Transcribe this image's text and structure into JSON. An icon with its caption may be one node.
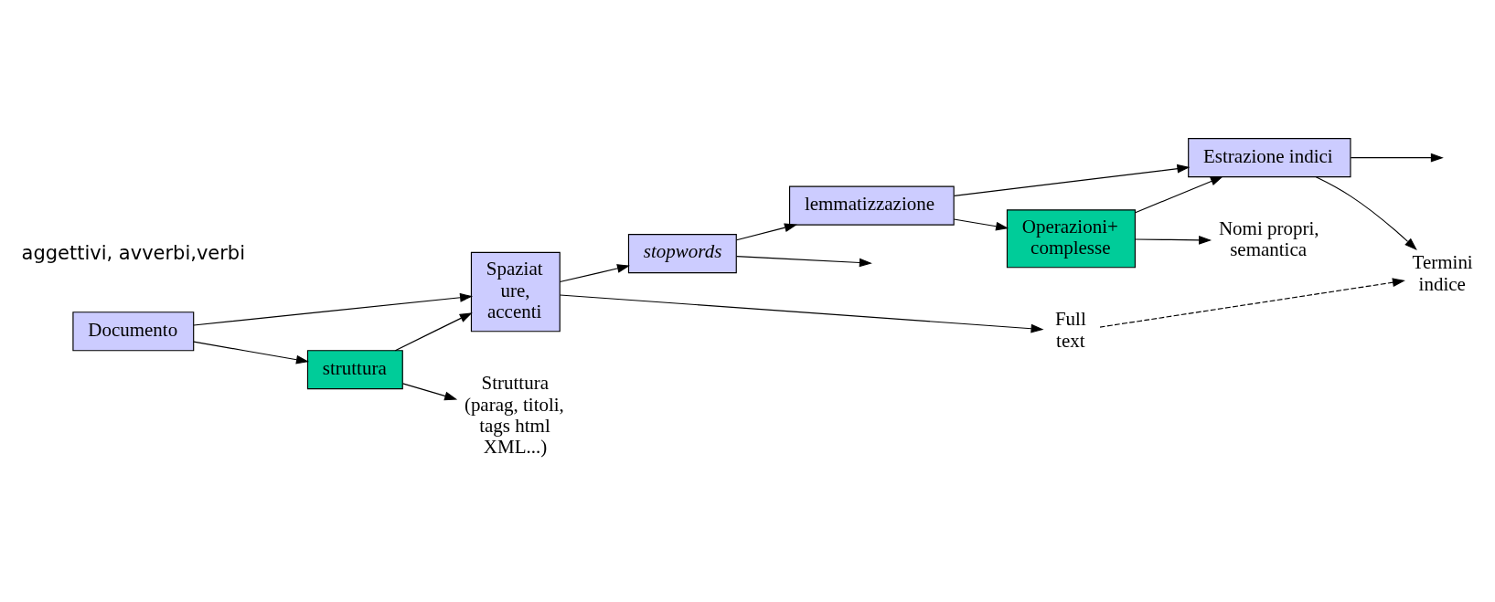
{
  "diagram": {
    "nodes": [
      {
        "text": [
          "Documento"
        ]
      },
      {
        "text": [
          "Spaziat ure, accenti"
        ]
      },
      {
        "text": [
          "stopwords"
        ]
      },
      {
        "text": [
          "lemmatizzazione"
        ]
      },
      {
        "text": [
          "Estrazione indici"
        ]
      },
      {
        "text": [
          "struttura"
        ]
      },
      {
        "text": [
          "Operazioni+ complesse"
        ]
      },
      {
        "text": [
          "Struttura",
          "(parag, titoli, tags html XML...)"
        ]
      },
      {
        "text": [
          "Full text"
        ]
      },
      {
        "text": [
          "Termini indice"
        ]
      },
      {
        "text": [
          "Nomi propri, semantica"
        ]
      }
    ],
    "edges": [
      {
        "from": 0,
        "to": 1,
        "arrow": "to"
      },
      {
        "from": 0,
        "to": 5,
        "arrow": "to"
      },
      {
        "from": 5,
        "to": 1,
        "arrow": "to"
      },
      {
        "from": 5,
        "to": 7,
        "arrow": "to"
      },
      {
        "from": 1,
        "to": 2,
        "arrow": "to"
      },
      {
        "from": 1,
        "to": 8,
        "arrow": "to"
      },
      {
        "from": 2,
        "to": 3,
        "arrow": "to"
      },
      {
        "from": 2,
        "to": null,
        "arrow": "to"
      },
      {
        "from": 3,
        "to": 6,
        "arrow": "to"
      },
      {
        "from": 3,
        "to": 4,
        "arrow": "to"
      },
      {
        "from": 6,
        "to": 4,
        "arrow": "to"
      },
      {
        "from": 6,
        "to": 10,
        "arrow": "to"
      },
      {
        "from": 4,
        "to": 9,
        "arrow": "to"
      },
      {
        "from": 8,
        "to": 9,
        "arrow": "to",
        "style": "dashed"
      },
      {
        "from": 4,
        "to": null,
        "arrow": "to"
      }
    ],
    "labels": [
      "aggettivi, avverbi,verbi"
    ]
  }
}
